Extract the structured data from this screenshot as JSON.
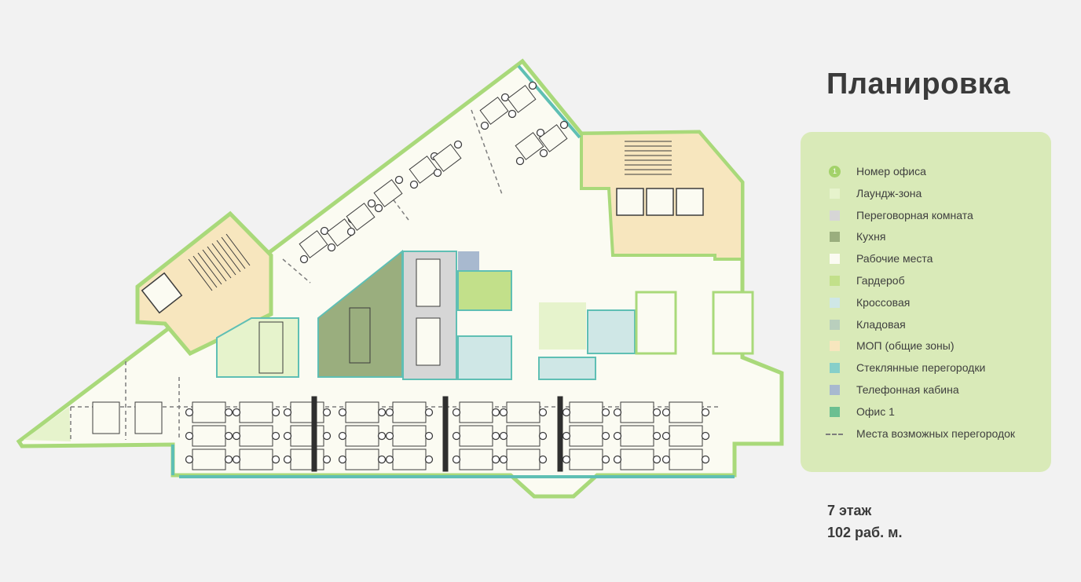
{
  "title": "Планировка",
  "office_marker": "1",
  "legend": [
    {
      "label": "Номер офиса",
      "color": "#a3d26a",
      "kind": "round"
    },
    {
      "label": "Лаундж-зона",
      "color": "#e6f3cc",
      "kind": "square"
    },
    {
      "label": "Переговорная комната",
      "color": "#d6d6d6",
      "kind": "square"
    },
    {
      "label": "Кухня",
      "color": "#9aae7e",
      "kind": "square"
    },
    {
      "label": "Рабочие места",
      "color": "#fbfbf2",
      "kind": "square"
    },
    {
      "label": "Гардероб",
      "color": "#c2e08a",
      "kind": "square"
    },
    {
      "label": "Кроссовая",
      "color": "#cfe7e6",
      "kind": "square"
    },
    {
      "label": "Кладовая",
      "color": "#b9cfbd",
      "kind": "square"
    },
    {
      "label": "МОП (общие зоны)",
      "color": "#f7e6be",
      "kind": "square"
    },
    {
      "label": "Стеклянные перегородки",
      "color": "#86cfc9",
      "kind": "square"
    },
    {
      "label": "Телефонная кабина",
      "color": "#a8b9cf",
      "kind": "square"
    },
    {
      "label": "Офис 1",
      "color": "#6cbf91",
      "kind": "square"
    },
    {
      "label": "Места возможных перегородок",
      "color": "#7d7d7d",
      "kind": "dash"
    }
  ],
  "floor": "7 этаж",
  "workplaces": "102 раб. м.",
  "colors": {
    "wall": "#a9d97a",
    "glass": "#5fbfb4",
    "workspace": "#fbfbf2",
    "lounge": "#e6f3cc",
    "meeting": "#d6d6d6",
    "kitchen": "#9aae7e",
    "mop": "#f7e6be",
    "crossover": "#cfe7e6",
    "wardrobe": "#c2e08a",
    "furniture": "#3c3c3c"
  }
}
